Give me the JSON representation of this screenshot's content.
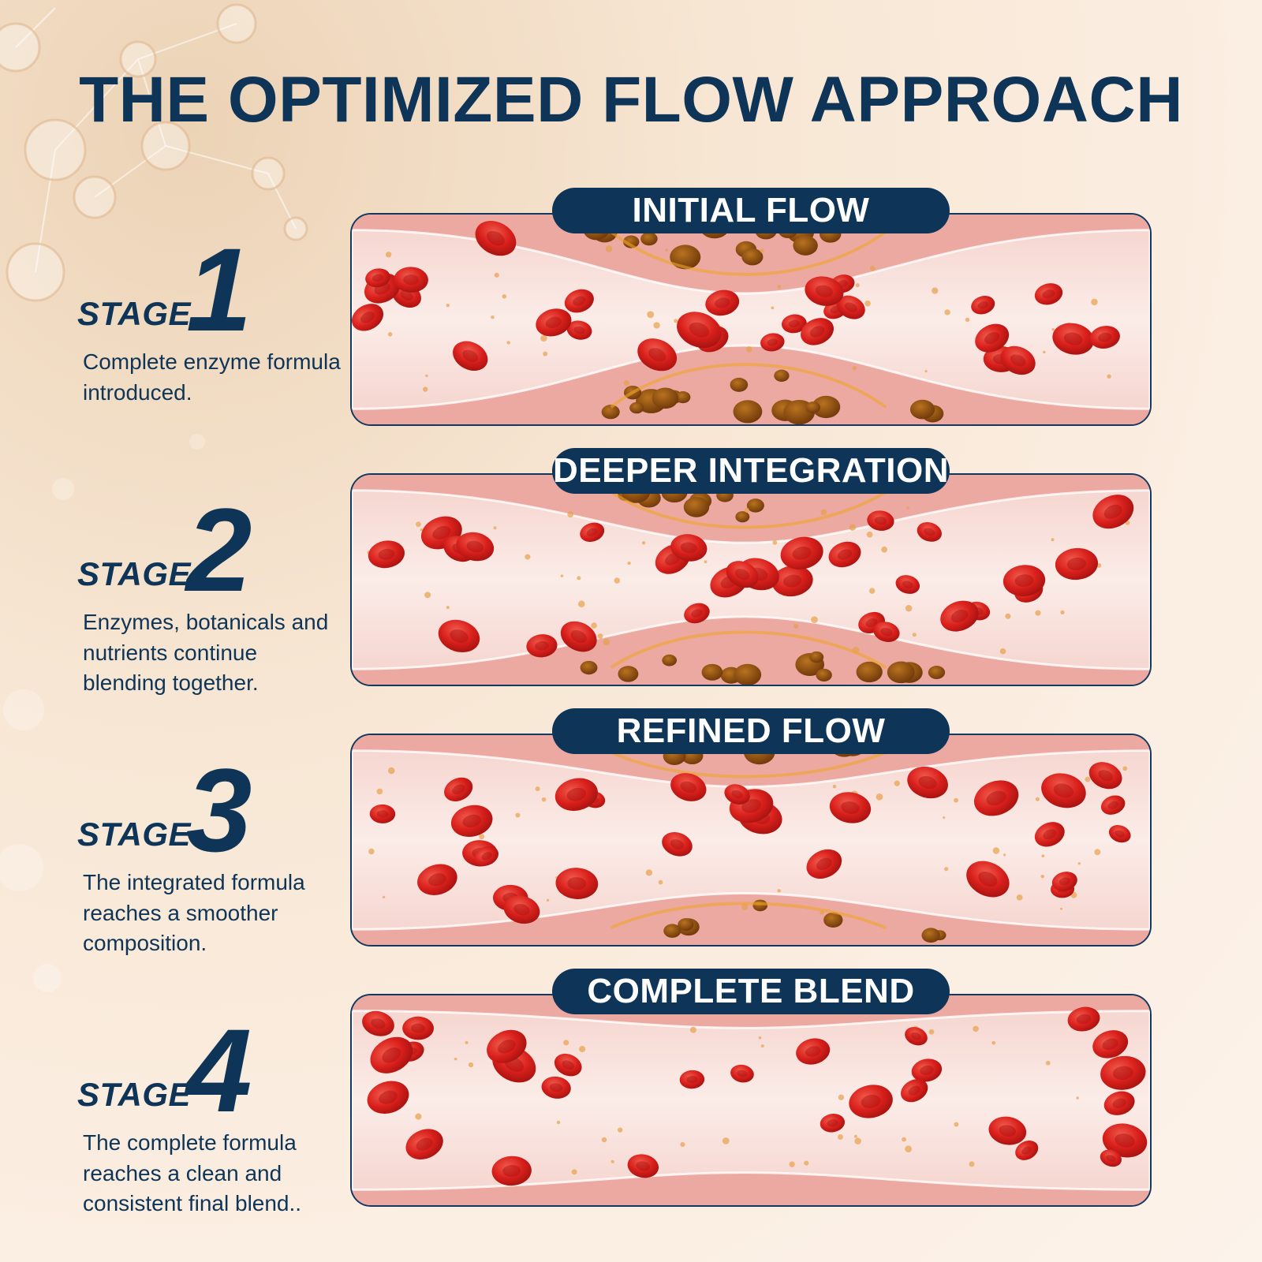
{
  "title": "THE OPTIMIZED FLOW APPROACH",
  "colors": {
    "navy": "#0e3557",
    "vessel_wall": "#f3c9c3",
    "blood_cell": "#d9201c",
    "plaque": "#8a4a12",
    "background": "#fbeee2"
  },
  "stages": [
    {
      "word": "STAGE",
      "number": "1",
      "description": "Complete enzyme formula introduced.",
      "panel_title": "INITIAL FLOW",
      "blockage_level": 0.85
    },
    {
      "word": "STAGE",
      "number": "2",
      "description": "Enzymes, botanicals and nutrients continue blending together.",
      "panel_title": "DEEPER INTEGRATION",
      "blockage_level": 0.65
    },
    {
      "word": "STAGE",
      "number": "3",
      "description": "The integrated formula reaches a smoother composition.",
      "panel_title": "REFINED FLOW",
      "blockage_level": 0.35
    },
    {
      "word": "STAGE",
      "number": "4",
      "description": "The complete formula reaches a clean and consistent final blend..",
      "panel_title": "COMPLETE BLEND",
      "blockage_level": 0.0
    }
  ]
}
